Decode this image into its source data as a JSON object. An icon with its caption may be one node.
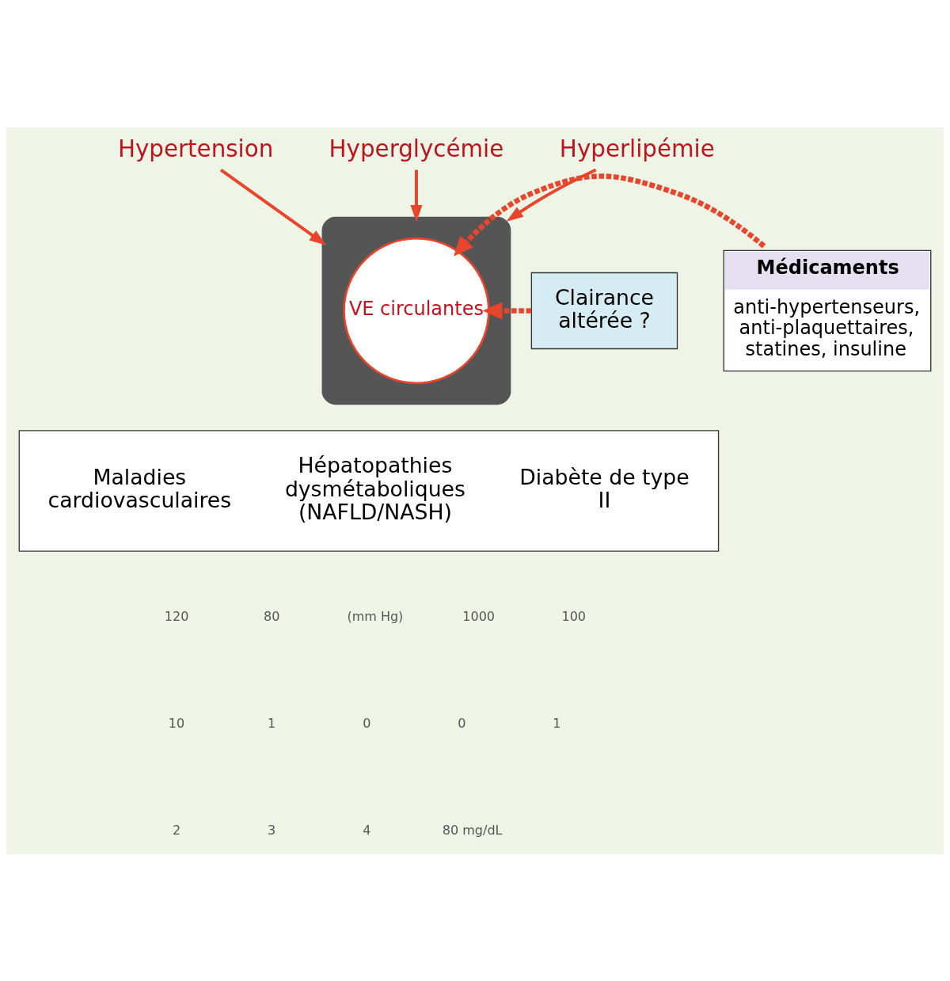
{
  "diagram": {
    "nodes": [
      {
        "text": [
          "Hypertension"
        ]
      },
      {
        "text": [
          "Hyperlipémie"
        ]
      },
      {
        "text": [
          "Hyperglycémie"
        ]
      },
      {
        "text": [],
        "shape": "person"
      },
      {
        "text": [
          "VE circulantes"
        ],
        "in": 3
      },
      {
        "text": [
          "Clairance altérée ?"
        ]
      },
      {
        "text": [
          "Médicaments",
          "anti-hypertenseurs, anti-plaquettaires, statines, insuline"
        ]
      },
      {
        "text": [],
        "shape": "box"
      },
      {
        "text": [
          "Diabète de type II"
        ],
        "in": 7
      },
      {
        "text": [
          "Hépatopathies dysmétaboliques (NAFLD/NASH)"
        ],
        "in": 7
      },
      {
        "text": [
          "Maladies cardiovasculaires"
        ],
        "in": 7
      }
    ],
    "edges": [
      {
        "from": 0,
        "to": 3,
        "arrow": "to"
      },
      {
        "from": 1,
        "to": 3,
        "arrow": "to"
      },
      {
        "from": 2,
        "to": 3,
        "arrow": "to"
      },
      {
        "from": 5,
        "to": 4,
        "arrow": "to",
        "style": "dashed"
      },
      {
        "from": 6,
        "to": 4,
        "arrow": "to",
        "style": "dashed"
      }
    ],
    "labels": [
      "120",
      "80",
      "(mm Hg)",
      "1000",
      "100",
      "10",
      "1",
      "0",
      "0",
      "1",
      "2",
      "3",
      "4",
      "80 mg/dL"
    ]
  }
}
